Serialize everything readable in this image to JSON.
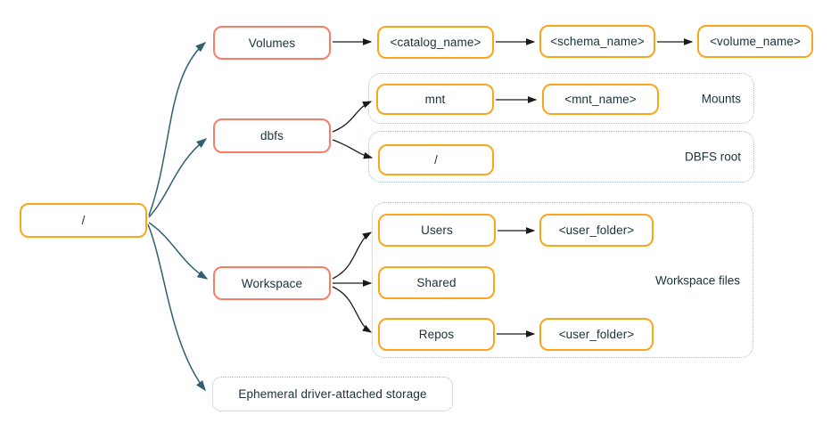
{
  "nodes": {
    "root": "/",
    "volumes": "Volumes",
    "catalog_name": "<catalog_name>",
    "schema_name": "<schema_name>",
    "volume_name": "<volume_name>",
    "dbfs": "dbfs",
    "mnt": "mnt",
    "mnt_name": "<mnt_name>",
    "dbfs_root_slash": "/",
    "workspace": "Workspace",
    "users": "Users",
    "users_user_folder": "<user_folder>",
    "shared": "Shared",
    "repos": "Repos",
    "repos_user_folder": "<user_folder>",
    "ephemeral_storage": "Ephemeral driver-attached storage"
  },
  "group_labels": {
    "mounts": "Mounts",
    "dbfs_root": "DBFS root",
    "workspace_files": "Workspace files"
  },
  "colors": {
    "primary_node_border": "#F97D67",
    "secondary_node_border": "#FAA61A",
    "group_border": "#9DBBCC",
    "flow_arrow": "#2F5F70",
    "link_arrow": "#1A1A1A",
    "text": "#1B3139",
    "background": "#FFFFFF"
  }
}
